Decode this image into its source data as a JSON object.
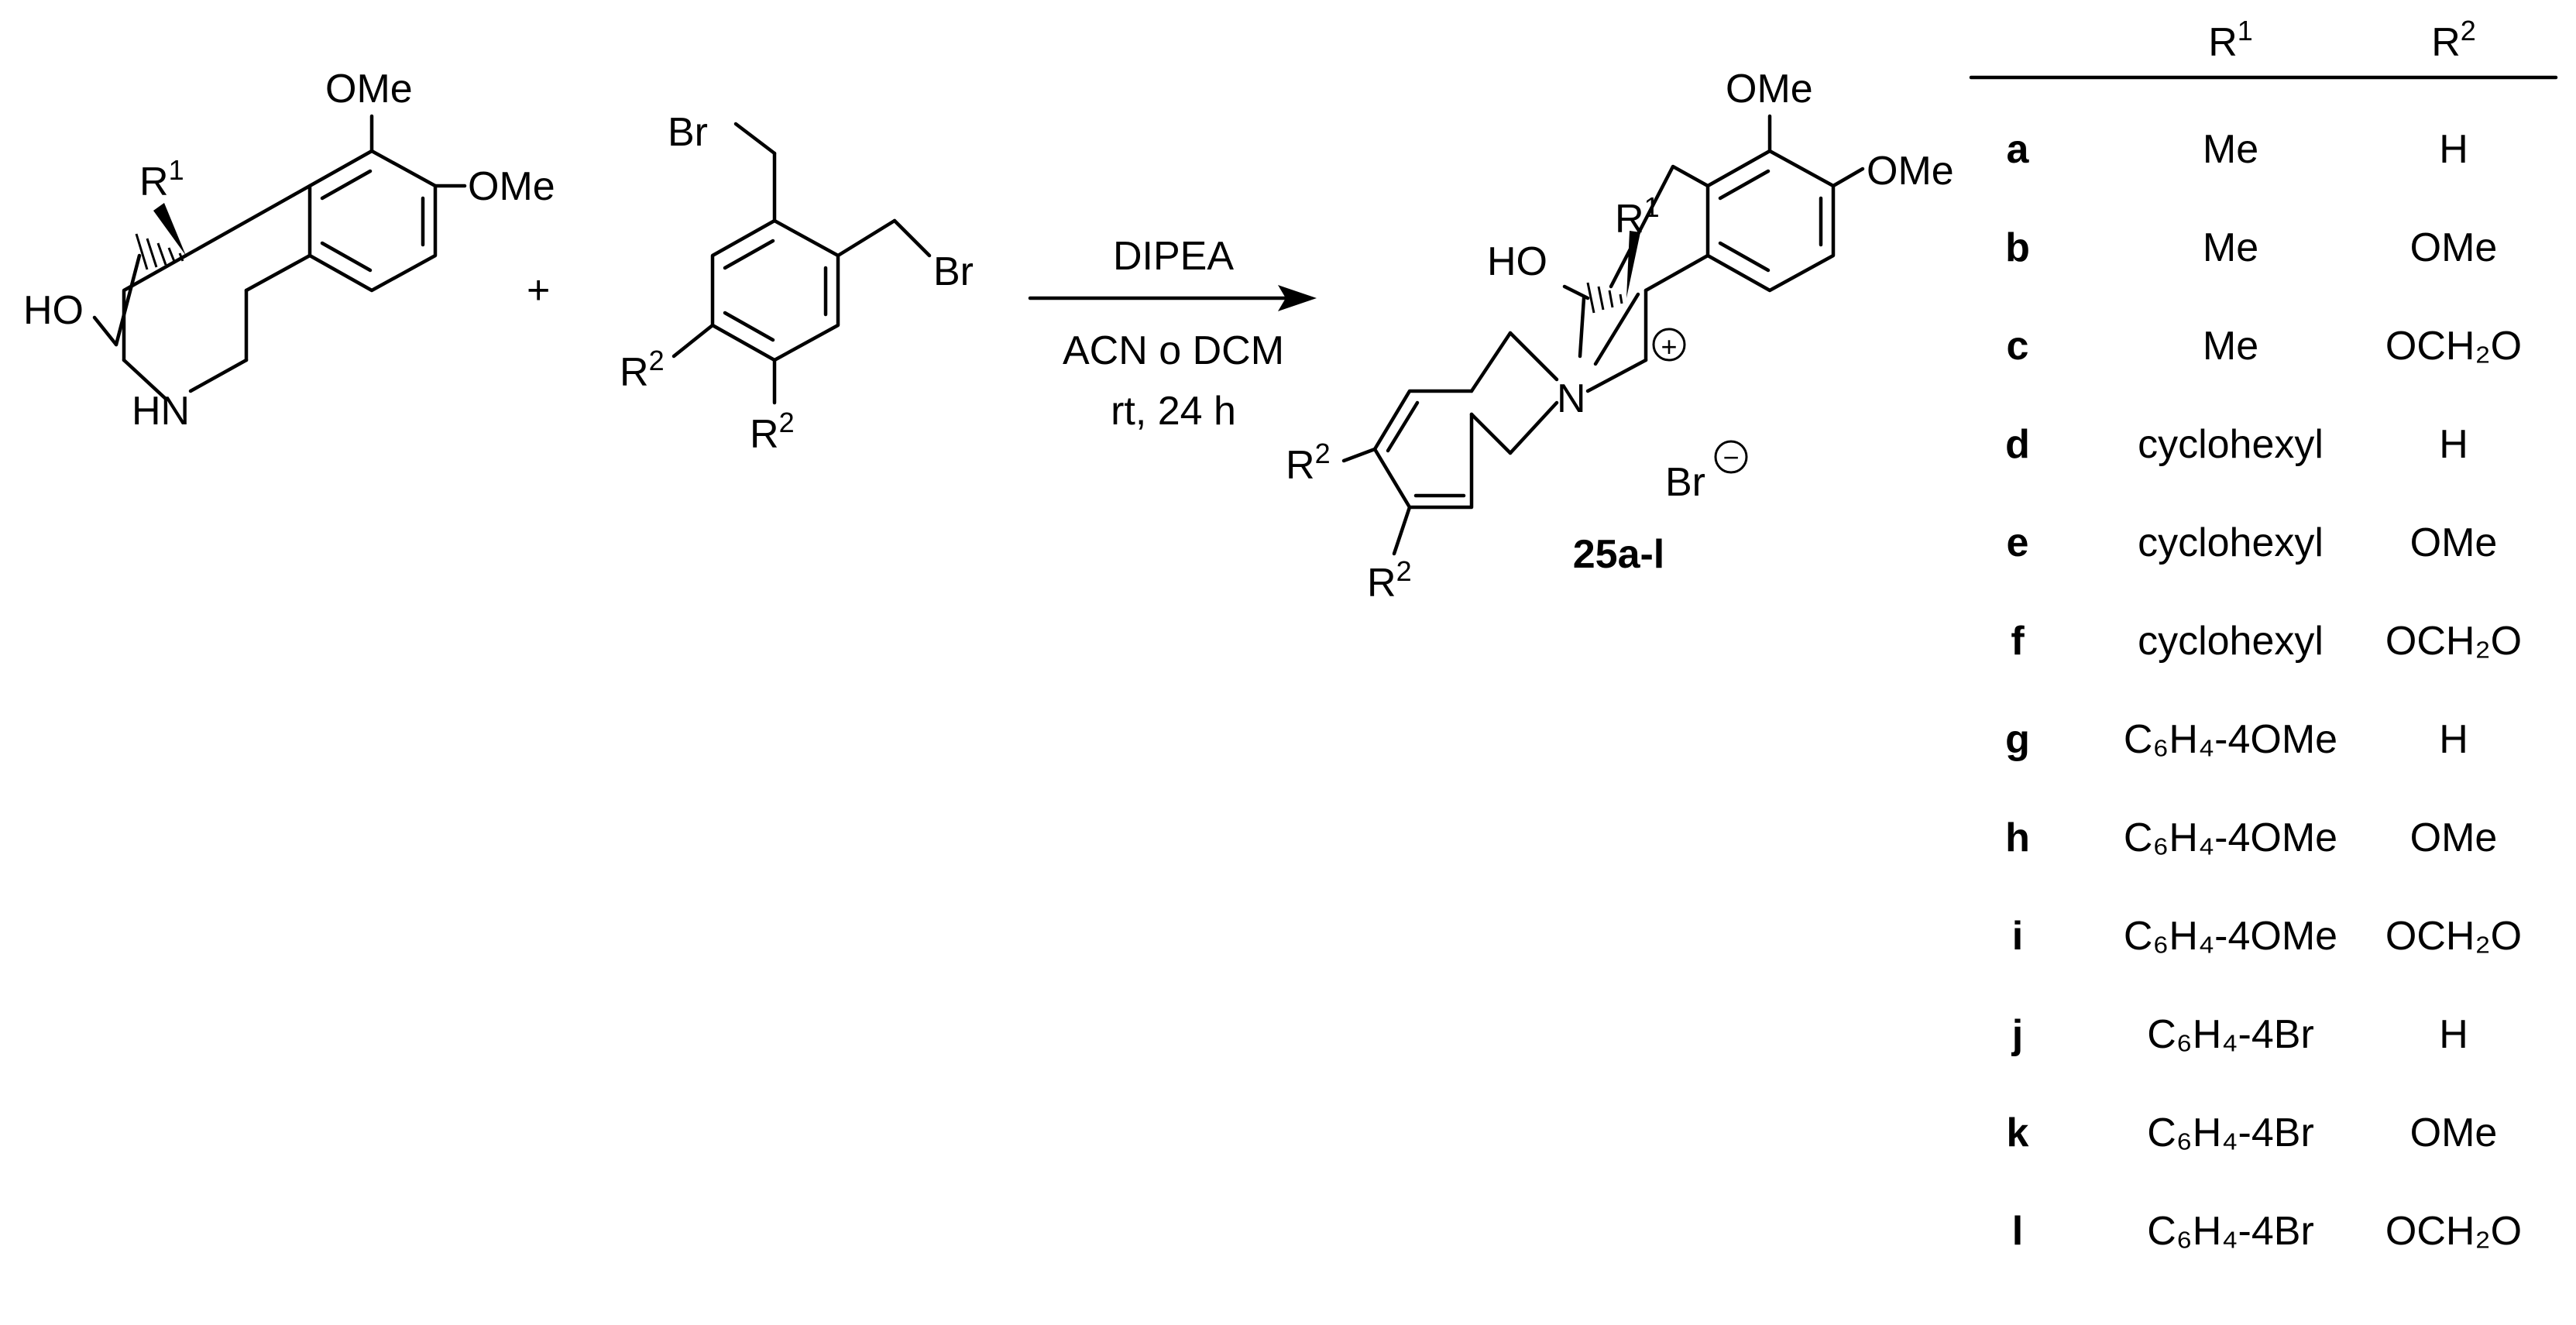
{
  "reactant1": {
    "ome_top": "OMe",
    "ome_right": "OMe",
    "ho": "HO",
    "r1": "R",
    "r1_sup": "1",
    "hn": "HN"
  },
  "plus": "+",
  "reactant2": {
    "br_top": "Br",
    "br_right": "Br",
    "r2_left": "R",
    "r2_left_sup": "2",
    "r2_bottom": "R",
    "r2_bottom_sup": "2"
  },
  "conditions": {
    "reagent": "DIPEA",
    "solvent": "ACN o DCM",
    "time": "rt, 24 h"
  },
  "product": {
    "ome_top": "OMe",
    "ome_right": "OMe",
    "ho": "HO",
    "r1": "R",
    "r1_sup": "1",
    "n": "N",
    "plus_charge": "+",
    "br": "Br",
    "minus_charge": "−",
    "r2_left": "R",
    "r2_left_sup": "2",
    "r2_bottom": "R",
    "r2_bottom_sup": "2",
    "compound_label": "25a-l"
  },
  "table": {
    "headers": [
      {
        "main": "R",
        "sup": "1"
      },
      {
        "main": "R",
        "sup": "2"
      }
    ],
    "rows": [
      {
        "id": "a",
        "r1": "Me",
        "r2": "H"
      },
      {
        "id": "b",
        "r1": "Me",
        "r2": "OMe"
      },
      {
        "id": "c",
        "r1": "Me",
        "r2": "OCH₂O"
      },
      {
        "id": "d",
        "r1": "cyclohexyl",
        "r2": "H"
      },
      {
        "id": "e",
        "r1": "cyclohexyl",
        "r2": "OMe"
      },
      {
        "id": "f",
        "r1": "cyclohexyl",
        "r2": "OCH₂O"
      },
      {
        "id": "g",
        "r1": "C₆H₄-4OMe",
        "r2": "H"
      },
      {
        "id": "h",
        "r1": "C₆H₄-4OMe",
        "r2": "OMe"
      },
      {
        "id": "i",
        "r1": "C₆H₄-4OMe",
        "r2": "OCH₂O"
      },
      {
        "id": "j",
        "r1": "C₆H₄-4Br",
        "r2": "H"
      },
      {
        "id": "k",
        "r1": "C₆H₄-4Br",
        "r2": "OMe"
      },
      {
        "id": "l",
        "r1": "C₆H₄-4Br",
        "r2": "OCH₂O"
      }
    ]
  }
}
